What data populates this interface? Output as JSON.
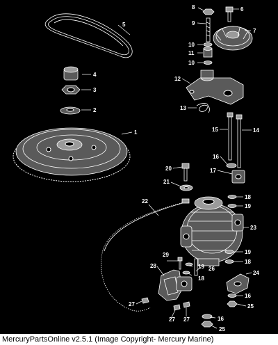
{
  "diagram": {
    "callouts": {
      "c1": "1",
      "c2": "2",
      "c3": "3",
      "c4": "4",
      "c5": "5",
      "c6": "6",
      "c7": "7",
      "c8": "8",
      "c9": "9",
      "c10a": "10",
      "c10b": "10",
      "c11": "11",
      "c12": "12",
      "c13": "13",
      "c14": "14",
      "c15": "15",
      "c16a": "16",
      "c16b": "16",
      "c16c": "16",
      "c17": "17",
      "c18a": "18",
      "c18b": "18",
      "c18c": "18",
      "c19a": "19",
      "c19b": "19",
      "c19c": "19",
      "c20": "20",
      "c21": "21",
      "c22": "22",
      "c23": "23",
      "c24": "24",
      "c25a": "25",
      "c25b": "25",
      "c26": "26",
      "c27a": "27",
      "c27b": "27",
      "c27c": "27",
      "c28": "28",
      "c29": "29"
    }
  },
  "footer": {
    "text": "MercuryPartsOnline v2.5.1 (Image Copyright- Mercury Marine)"
  },
  "colors": {
    "background": "#000000",
    "line": "#ffffff",
    "footer_bg": "#ffffff",
    "footer_text": "#000000"
  }
}
